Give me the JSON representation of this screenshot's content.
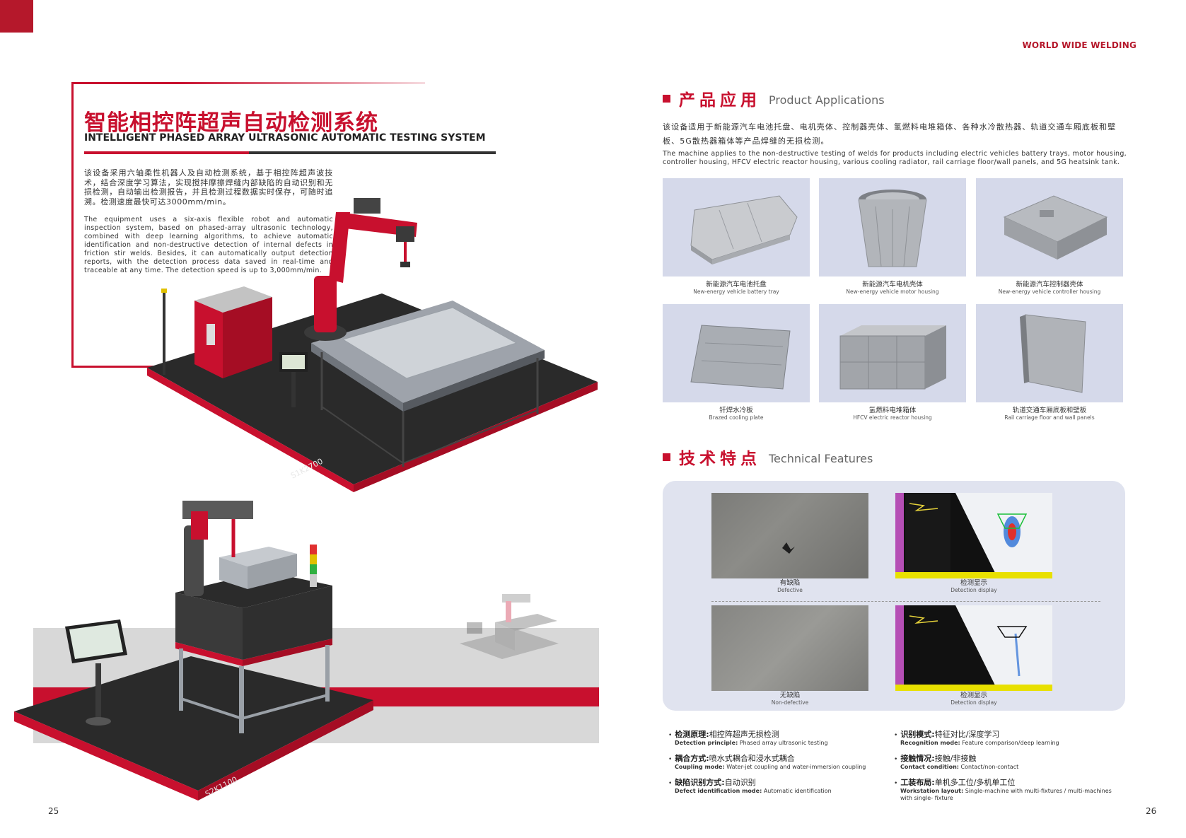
{
  "brand": "WORLD WIDE WELDING",
  "colors": {
    "accent": "#c8102e",
    "panel": "#e0e3ef",
    "product_bg": "#d5d9ea"
  },
  "left_page": {
    "title_cn": "智能相控阵超声自动检测系统",
    "title_en": "INTELLIGENT PHASED ARRAY ULTRASONIC AUTOMATIC TESTING SYSTEM",
    "intro_cn": "该设备采用六轴柔性机器人及自动检测系统，基于相控阵超声波技术，结合深度学习算法，实现搅拌摩擦焊缝内部缺陷的自动识别和无损检测，自动输出检测报告，并且检测过程数据实时保存，可随时追溯。检测速度最快可达3000mm/min。",
    "intro_en": "The equipment uses a six-axis flexible robot and automatic inspection system, based on phased-array ultrasonic technology, combined with deep learning algorithms, to achieve automatic identification and non-destructive detection of internal defects in friction stir welds. Besides, it can automatically output detection reports, with the detection process data saved in real-time and traceable at any time. The detection speed is up to 3,000mm/min.",
    "model_1": "S1K2700",
    "model_2": "S2K1100",
    "page_number": "25"
  },
  "right_page": {
    "applications": {
      "title_cn": "产品应用",
      "title_en": "Product Applications",
      "body_cn": "该设备适用于新能源汽车电池托盘、电机壳体、控制器壳体、氢燃料电堆箱体、各种水冷散热器、轨道交通车厢底板和壁板、5G散热器箱体等产品焊缝的无损检测。",
      "body_en": "The machine applies to the non-destructive testing of welds for products including electric vehicles battery trays, motor housing, controller housing, HFCV electric reactor housing, various cooling radiator, rail carriage floor/wall panels, and 5G heatsink tank.",
      "products": [
        {
          "cn": "新能源汽车电池托盘",
          "en": "New-energy vehicle battery tray"
        },
        {
          "cn": "新能源汽车电机壳体",
          "en": "New-energy vehicle motor housing"
        },
        {
          "cn": "新能源汽车控制器壳体",
          "en": "New-energy vehicle controller housing"
        },
        {
          "cn": "钎焊水冷板",
          "en": "Brazed cooling plate"
        },
        {
          "cn": "氢燃料电堆箱体",
          "en": "HFCV electric reactor housing"
        },
        {
          "cn": "轨道交通车厢底板和壁板",
          "en": "Rail carriage floor and wall panels"
        }
      ]
    },
    "features": {
      "title_cn": "技术特点",
      "title_en": "Technical Features",
      "images": [
        {
          "cn": "有缺陷",
          "en": "Defective"
        },
        {
          "cn": "检测显示",
          "en": "Detection display"
        },
        {
          "cn": "无缺陷",
          "en": "Non-defective"
        },
        {
          "cn": "检测显示",
          "en": "Detection display"
        }
      ],
      "specs": [
        {
          "label_cn": "检测原理:",
          "value_cn": "相控阵超声无损检测",
          "label_en": "Detection principle:",
          "value_en": "Phased array ultrasonic testing"
        },
        {
          "label_cn": "识别模式:",
          "value_cn": "特征对比/深度学习",
          "label_en": "Recognition mode:",
          "value_en": "Feature comparison/deep learning"
        },
        {
          "label_cn": "耦合方式:",
          "value_cn": "喷水式耦合和浸水式耦合",
          "label_en": "Coupling mode:",
          "value_en": "Water-jet coupling and water-immersion coupling"
        },
        {
          "label_cn": "接触情况:",
          "value_cn": "接触/非接触",
          "label_en": "Contact condition:",
          "value_en": "Contact/non-contact"
        },
        {
          "label_cn": "缺陷识别方式:",
          "value_cn": "自动识别",
          "label_en": "Defect identification mode:",
          "value_en": "Automatic identification"
        },
        {
          "label_cn": "工装布局:",
          "value_cn": "单机多工位/多机单工位",
          "label_en": "Workstation layout:",
          "value_en": "Single-machine with multi-fixtures / multi-machines with single- fixture"
        }
      ]
    },
    "page_number": "26"
  }
}
